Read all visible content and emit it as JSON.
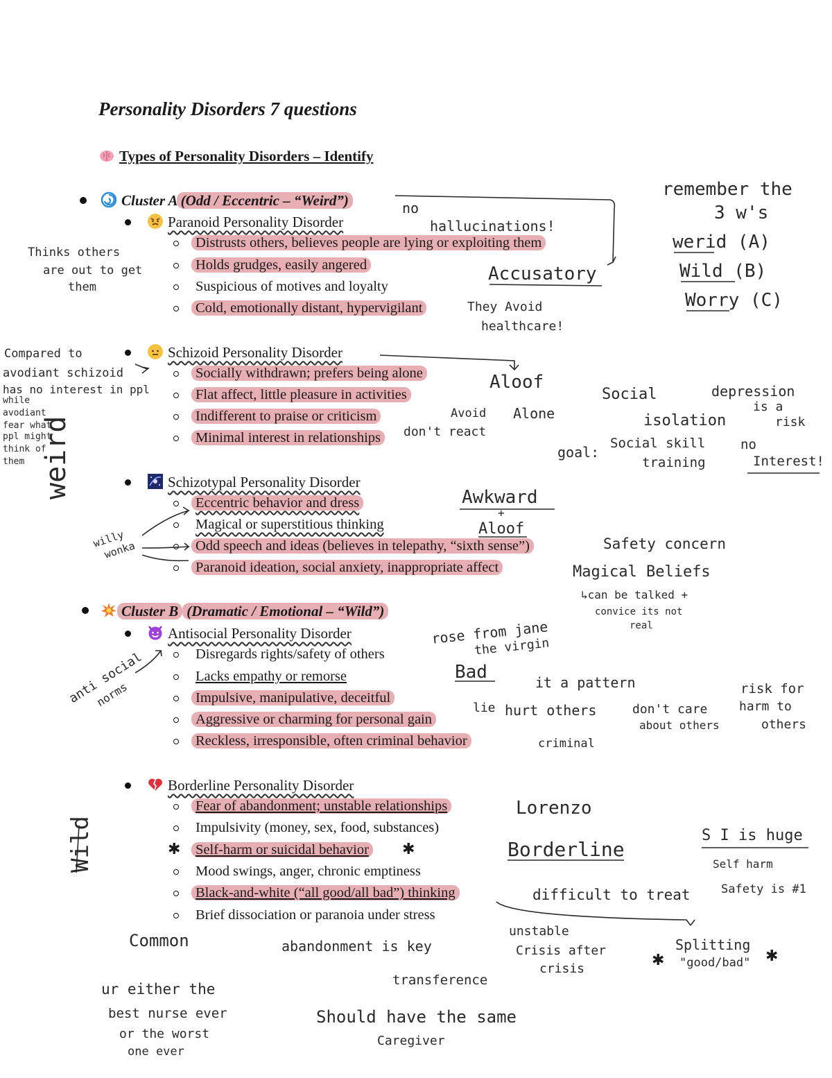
{
  "title": "Personality Disorders 7 questions",
  "subtitle": "Types of Personality Disorders – Identify",
  "clusters": [
    {
      "heading_a": "Cluster A",
      "heading_b": "(Odd / Eccentric – “Weird”)",
      "disorders": [
        {
          "name": "Paranoid Personality Disorder",
          "symptoms": [
            "Distrusts others, believes people are lying or exploiting them",
            "Holds grudges, easily angered",
            "Suspicious of motives and loyalty",
            "Cold, emotionally distant, hypervigilant"
          ]
        },
        {
          "name": "Schizoid Personality Disorder",
          "symptoms": [
            "Socially withdrawn; prefers being alone",
            "Flat affect, little pleasure in activities",
            "Indifferent to praise or criticism",
            "Minimal interest in relationships"
          ]
        },
        {
          "name": "Schizotypal Personality Disorder",
          "symptoms": [
            "Eccentric behavior and dress",
            "Magical or superstitious thinking",
            "Odd speech and ideas (believes in telepathy, “sixth sense”)",
            "Paranoid ideation, social anxiety, inappropriate affect"
          ]
        }
      ]
    },
    {
      "heading_a": "Cluster B",
      "heading_b": "(Dramatic / Emotional – “Wild”)",
      "disorders": [
        {
          "name": "Antisocial Personality Disorder",
          "symptoms": [
            "Disregards rights/safety of others",
            "Lacks empathy or remorse",
            "Impulsive, manipulative, deceitful",
            "Aggressive or charming for personal gain",
            "Reckless, irresponsible, often criminal behavior"
          ]
        },
        {
          "name": "Borderline Personality Disorder",
          "symptoms": [
            "Fear of abandonment; unstable relationships",
            "Impulsivity (money, sex, food, substances)",
            "Self-harm or suicidal behavior",
            "Mood swings, anger, chronic emptiness",
            "Black-and-white (“all good/all bad”) thinking",
            "Brief dissociation or paranoia under stress"
          ]
        }
      ]
    }
  ],
  "icons": [
    "brain-icon",
    "cyclone-icon",
    "angry-face-icon",
    "neutral-face-icon",
    "galaxy-icon",
    "explosion-icon",
    "devil-face-icon",
    "broken-heart-icon"
  ],
  "colors": {
    "highlight": "#d9787f",
    "ink": "#1a1a1a"
  },
  "notes": {
    "remember_1": "remember the",
    "remember_2": "3 w's",
    "werid": "werid (A)",
    "wild_b": "Wild (B)",
    "worry_c": "Worry (C)",
    "no": "no",
    "hallucinations": "hallucinations!",
    "thinks_1": "Thinks others",
    "thinks_2": "are out to get",
    "thinks_3": "them",
    "accusatory": "Accusatory",
    "avoid_1": "They Avoid",
    "avoid_2": "healthcare!",
    "compared_1": "Compared to",
    "compared_2": "avodiant schizoid",
    "compared_3": "has no interest in ppl",
    "compared_4": "while",
    "compared_5": "avodiant",
    "compared_6": "fear what",
    "compared_7": "ppl might",
    "compared_8": "think of",
    "compared_9": "them",
    "weird_vertical": "weird",
    "aloof": "Aloof",
    "avoid_word": "Avoid",
    "alone": "Alone",
    "dont_react": "don't react",
    "social": "Social",
    "isolation": "isolation",
    "depression_1": "depression",
    "depression_2": "is a",
    "depression_3": "risk",
    "goal": "goal:",
    "skill_1": "Social skill",
    "skill_2": "training",
    "no_interest_1": "no",
    "no_interest_2": "Interest!",
    "awkward": "Awkward",
    "plus": "+",
    "aloof2": "Aloof",
    "willy_1": "willy",
    "willy_2": "wonka",
    "safety_concern": "Safety concern",
    "magical_beliefs": "Magical Beliefs",
    "talked_1": "can be talked +",
    "talked_2": "convice its not",
    "talked_3": "real",
    "rose_1": "rose from jane",
    "rose_2": "the virgin",
    "bad": "Bad",
    "pattern": "it a pattern",
    "lie": "lie",
    "hurt": "hurt others",
    "dont_care_1": "don't care",
    "dont_care_2": "about others",
    "risk_1": "risk for",
    "risk_2": "harm to",
    "risk_3": "others",
    "criminal": "criminal",
    "anti_social_1": "anti social",
    "anti_social_2": "norms",
    "lorenzo": "Lorenzo",
    "borderline": "Borderline",
    "si_huge": "S I is huge",
    "self_harm": "Self harm",
    "safety_1": "Safety is #1",
    "difficult": "difficult to treat",
    "wild_vertical": "Wild",
    "common": "Common",
    "abandonment": "abandonment is key",
    "unstable_1": "unstable",
    "unstable_2": "Crisis after",
    "unstable_3": "crisis",
    "splitting_1": "Splitting",
    "splitting_2": "\"good/bad\"",
    "transference": "transference",
    "either_1": "ur either the",
    "either_2": "best nurse ever",
    "either_3": "or the worst",
    "either_4": "one ever",
    "caregiver_1": "Should have the same",
    "caregiver_2": "Caregiver"
  }
}
